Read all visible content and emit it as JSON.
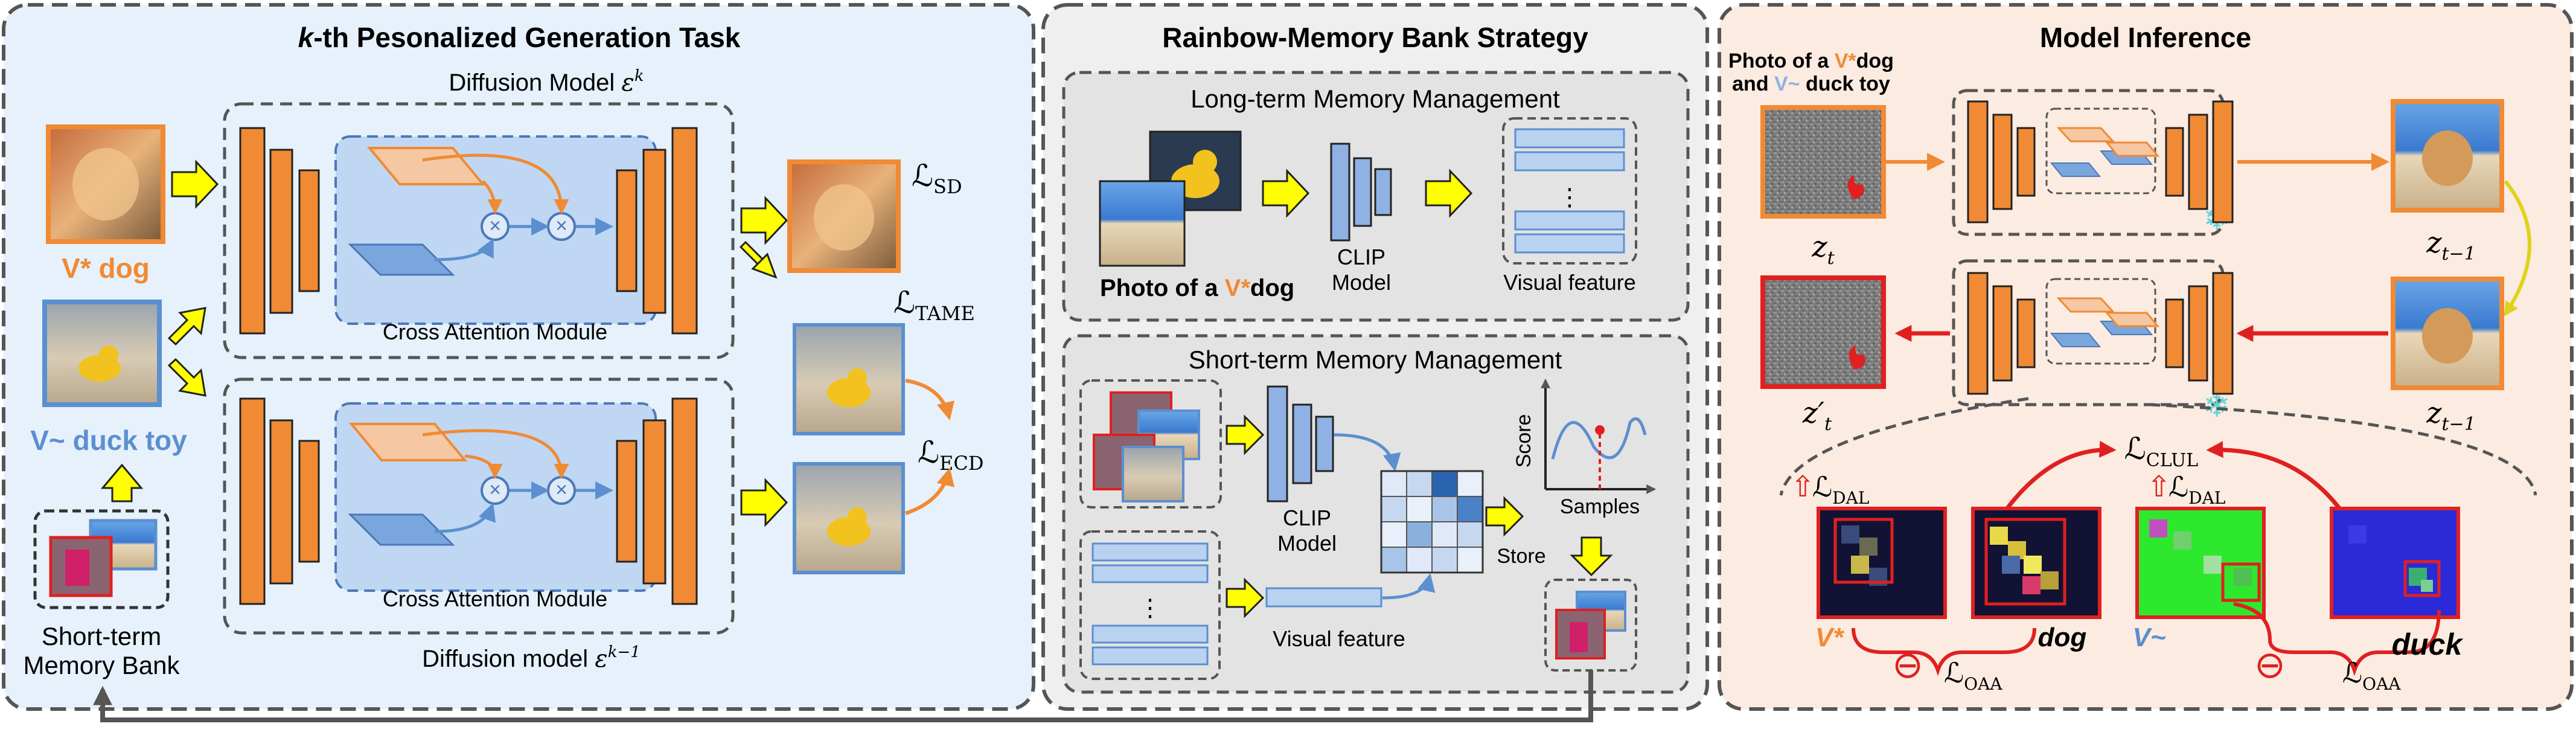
{
  "panel_left": {
    "title": "k-th Pesonalized Generation Task",
    "title_prefix": "k",
    "title_rest": "-th Pesonalized Generation Task",
    "diffusion_top_label": "Diffusion Model",
    "diffusion_top_symbol": "ε",
    "diffusion_top_sup": "k",
    "diffusion_bottom_label": "Diffusion model",
    "diffusion_bottom_symbol": "ε",
    "diffusion_bottom_sup": "k−1",
    "cross_attention_top": "Cross Attention Module",
    "cross_attention_bottom": "Cross Attention Module",
    "dog_label": "V* dog",
    "duck_label": "V~ duck toy",
    "memory_bank_line1": "Short-term",
    "memory_bank_line2": "Memory Bank",
    "loss_sd": "ℒ",
    "loss_sd_sub": "SD",
    "loss_tame": "ℒ",
    "loss_tame_sub": "TAME",
    "loss_ecd": "ℒ",
    "loss_ecd_sub": "ECD"
  },
  "panel_middle": {
    "title": "Rainbow-Memory Bank Strategy",
    "long_term_title": "Long-term Memory Management",
    "short_term_title": "Short-term Memory Management",
    "photo_caption_prefix": "Photo of a ",
    "photo_caption_token": "V*",
    "photo_caption_suffix": "dog",
    "clip_top_line1": "CLIP",
    "clip_top_line2": "Model",
    "visual_feature_top": "Visual feature",
    "clip_bottom_line1": "CLIP",
    "clip_bottom_line2": "Model",
    "visual_feature_bottom": "Visual feature",
    "score_axis": "Score",
    "samples_axis": "Samples",
    "store_label": "Store",
    "ellipsis": "⋮"
  },
  "panel_right": {
    "title": "Model Inference",
    "prompt_line1_prefix": "Photo of a ",
    "prompt_line1_token": "V*",
    "prompt_line1_suffix": "dog",
    "prompt_line2_prefix": "and ",
    "prompt_line2_token": "V~",
    "prompt_line2_suffix": " duck toy",
    "z_t": "z",
    "z_t_sub": "t",
    "z_t_minus_1_top": "z",
    "z_t_minus_1_top_sub": "t−1",
    "z_t_prime": "z′",
    "z_t_prime_sub": "t",
    "z_t_minus_1_bottom": "z",
    "z_t_minus_1_bottom_sub": "t−1",
    "loss_clul": "ℒ",
    "loss_clul_sub": "CLUL",
    "loss_dal_left": "ℒ",
    "loss_dal_left_sub": "DAL",
    "loss_dal_right": "ℒ",
    "loss_dal_right_sub": "DAL",
    "loss_oaa_left": "ℒ",
    "loss_oaa_left_sub": "OAA",
    "loss_oaa_right": "ℒ",
    "loss_oaa_right_sub": "OAA",
    "token_v_star": "V*",
    "token_dog": "dog",
    "token_v_tilde": "V~",
    "token_duck": "duck",
    "minus_symbol": "⊖"
  },
  "colors": {
    "orange": "#f08a34",
    "blue": "#5b8fd0",
    "yellow": "#ffff00",
    "red": "#e02020",
    "panel_left_bg": "#e6f1fb",
    "panel_mid_bg": "#efefef",
    "panel_right_bg": "#fbebe0"
  }
}
